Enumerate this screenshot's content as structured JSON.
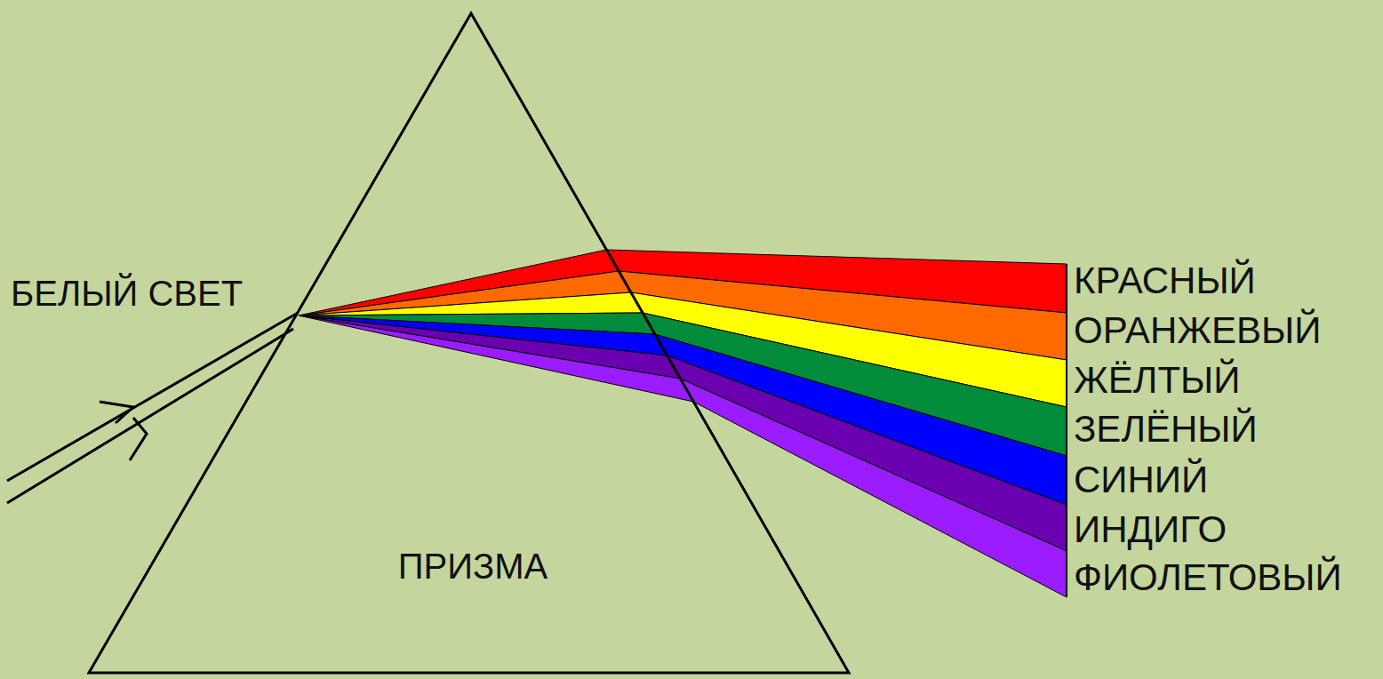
{
  "diagram": {
    "nodes": [
      {
        "text": [
          "ПРИЗМА"
        ]
      }
    ],
    "labels": [
      "БЕЛЫЙ СВЕТ",
      "КРАСНЫЙ",
      "ОРАНЖЕВЫЙ",
      "ЖЁЛТЫЙ",
      "ЗЕЛЁНЫЙ",
      "СИНИЙ",
      "ИНДИГО",
      "ФИОЛЕТОВЫЙ"
    ]
  }
}
